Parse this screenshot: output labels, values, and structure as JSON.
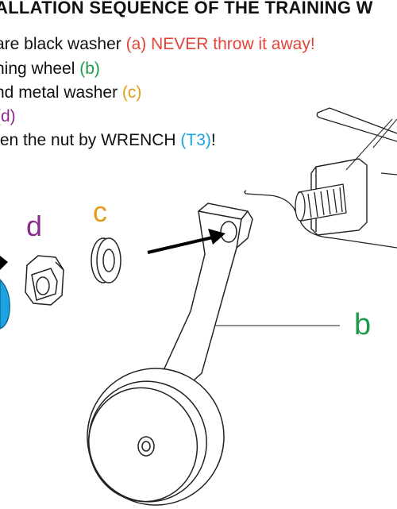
{
  "title": "ALLATION SEQUENCE OF THE TRAINING W",
  "steps": [
    {
      "text": "are black washer ",
      "ref": "(a)",
      "note": " NEVER throw it away!"
    },
    {
      "text": "ning wheel ",
      "ref": "(b)"
    },
    {
      "text": "nd metal washer ",
      "ref": "(c)"
    },
    {
      "text": "",
      "ref": "(d)"
    },
    {
      "text": "ten the nut by WRENCH ",
      "ref": "(T3)",
      "tail": "!"
    }
  ],
  "labels": {
    "d": "d",
    "c": "c",
    "b": "b"
  },
  "colors": {
    "a": "#e2453c",
    "b": "#1f9a4b",
    "c": "#e69b1a",
    "d": "#8a2c8d",
    "t3": "#1aa3e0",
    "wrench": "#1aa3e0"
  }
}
